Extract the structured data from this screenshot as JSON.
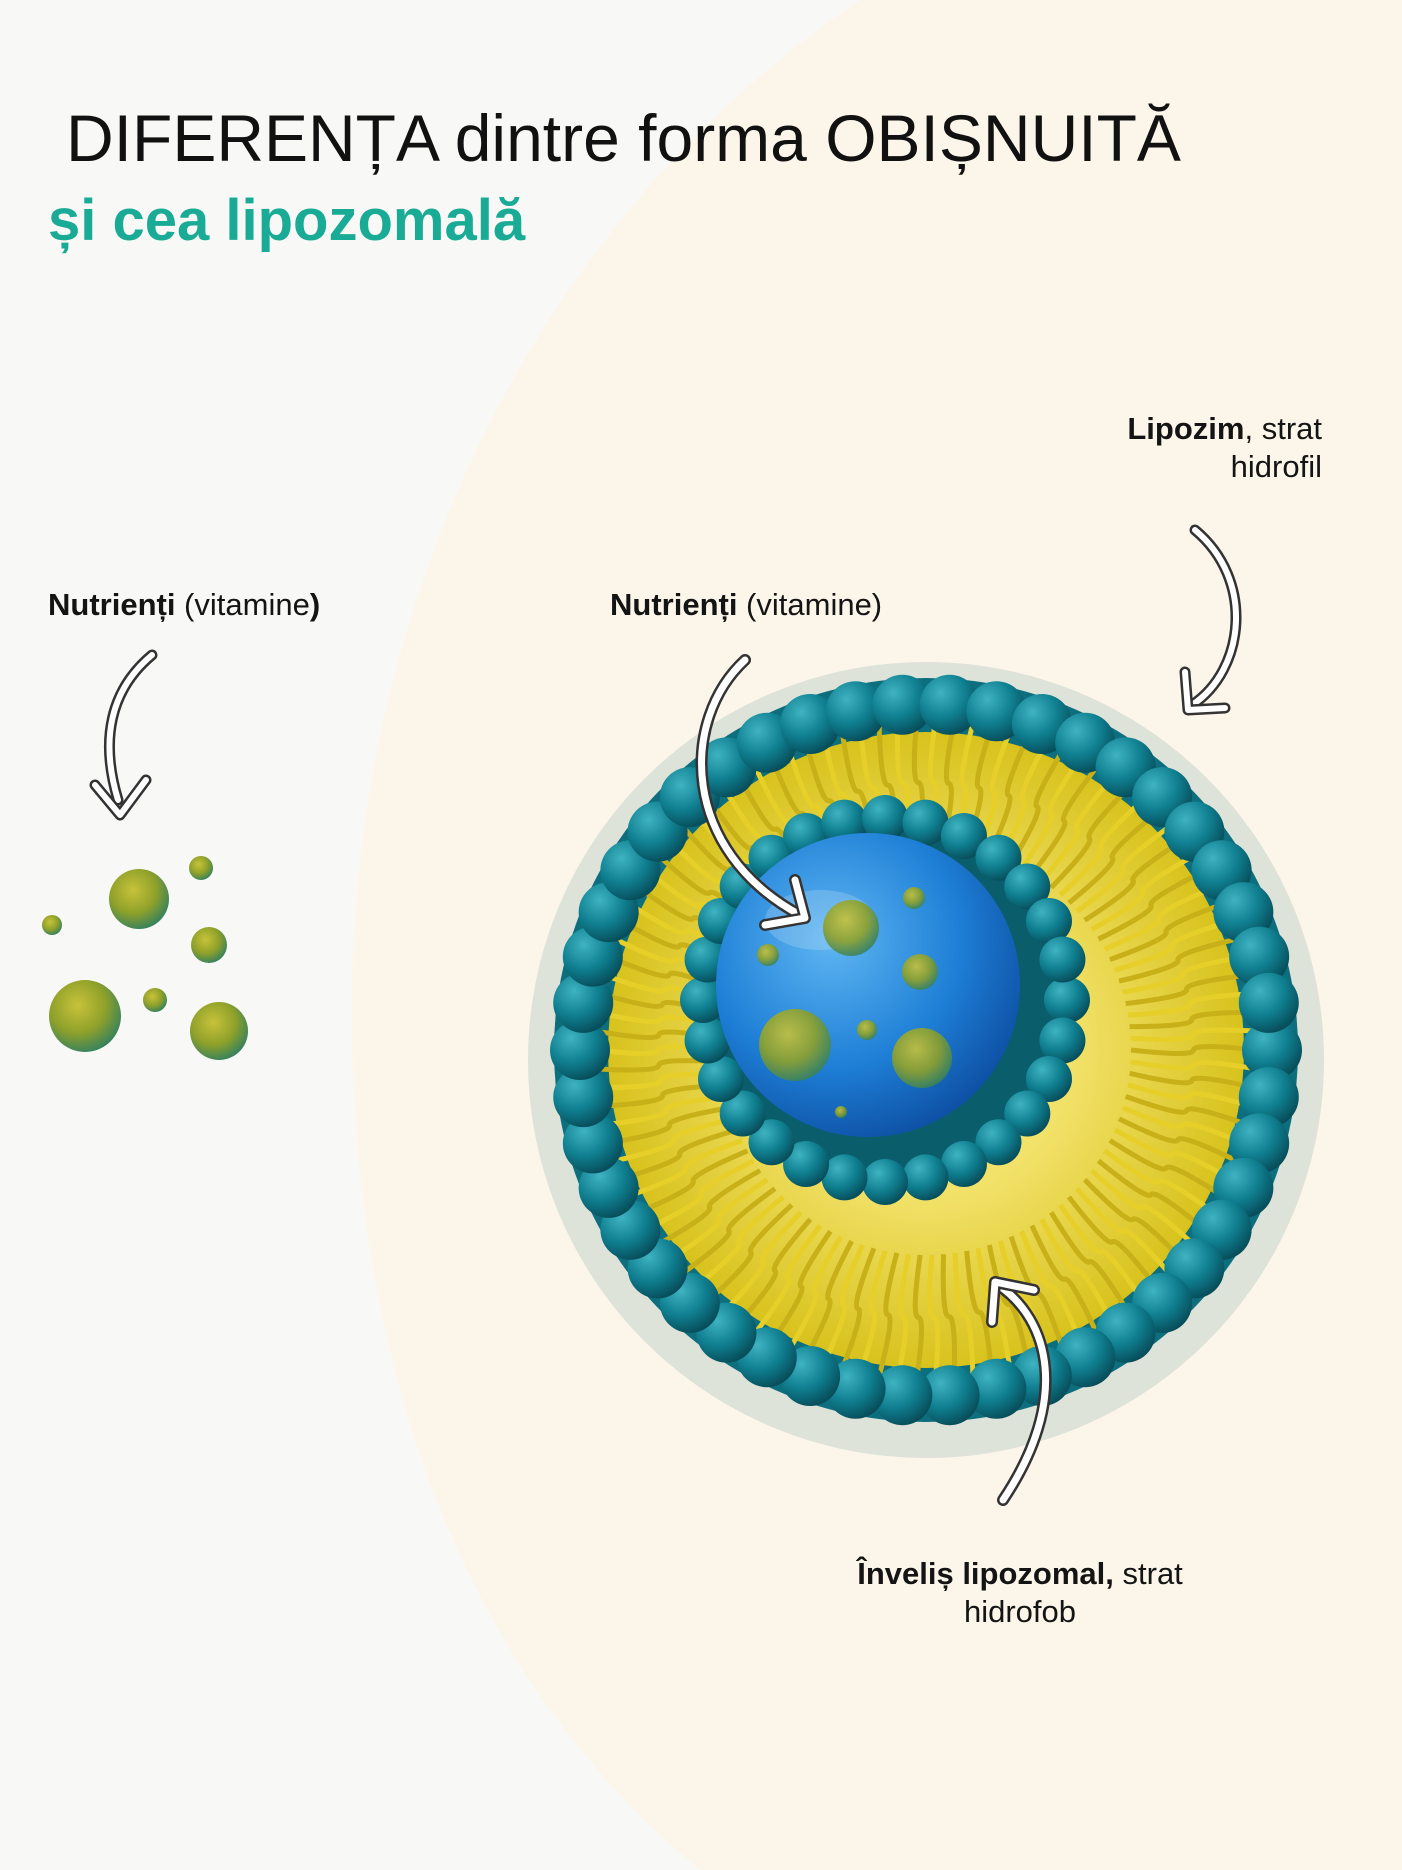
{
  "header": {
    "title": "DIFERENȚA dintre forma OBIȘNUITĂ",
    "subtitle": "și cea lipozomală"
  },
  "labels": {
    "free_nutrients": {
      "bold": "Nutrienți",
      "rest": " (vitamine",
      "close": ")"
    },
    "core_nutrients": {
      "bold": "Nutrienți",
      "rest": " (vitamine)"
    },
    "liposome": {
      "bold": "Lipozim",
      "rest": ", strat",
      "line2": "hidrofil"
    },
    "shell": {
      "bold": "Înveliș lipozomal,",
      "rest": " strat",
      "line2": "hidrofob"
    }
  },
  "colors": {
    "title": "#111111",
    "accent": "#1aab96",
    "head_group": "#0f7f90",
    "lipid_tail": "#d8c21d",
    "core": "#1e7fd6",
    "nutrient": "#8fa12a",
    "backdrop": "#fcf6ea"
  }
}
